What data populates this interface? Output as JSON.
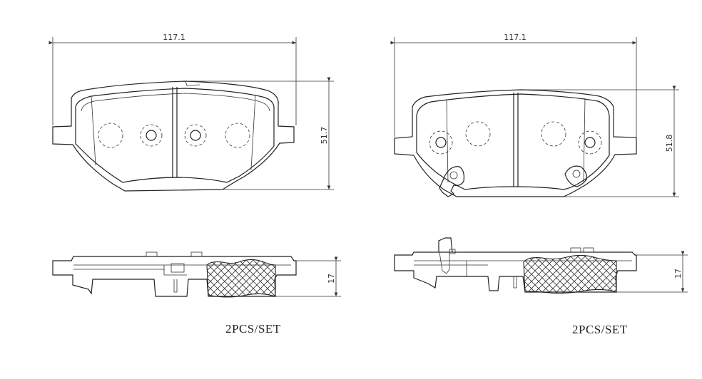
{
  "left_pad": {
    "width_label": "117.1",
    "height_label": "51.7",
    "thickness_label": "17",
    "set_label": "2PCS/SET"
  },
  "right_pad": {
    "width_label": "117.1",
    "height_label": "51.8",
    "thickness_label": "17",
    "set_label": "2PCS/SET"
  }
}
